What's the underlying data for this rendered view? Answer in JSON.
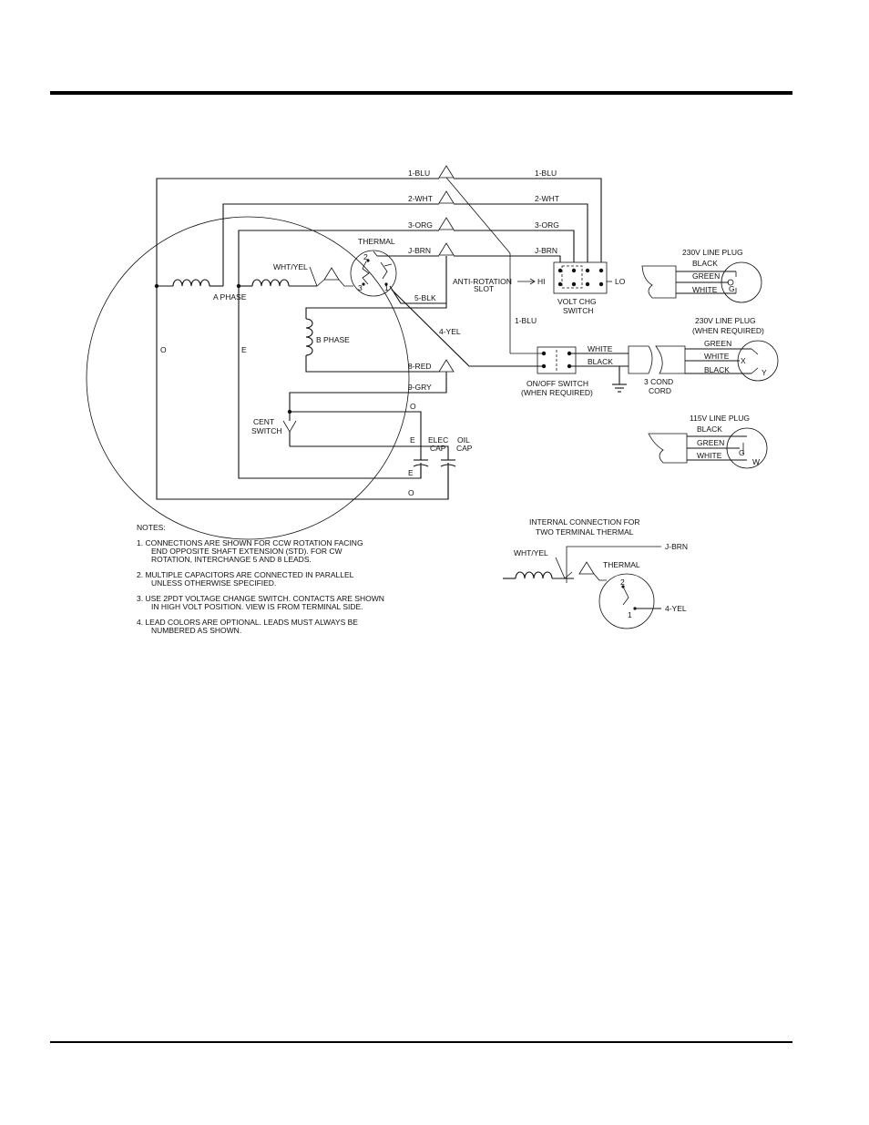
{
  "wires": {
    "blu1": "1-BLU",
    "blu1_right": "1-BLU",
    "wht2": "2-WHT",
    "wht2_right": "2-WHT",
    "org3": "3-ORG",
    "org3_right": "3-ORG",
    "jbrn": "J-BRN",
    "jbrn_right": "J-BRN",
    "blk5": "5-BLK",
    "yel4": "4-YEL",
    "red8": "8-RED",
    "gry9": "9-GRY",
    "blu1_lower": "1-BLU",
    "wht_yel": "WHT/YEL"
  },
  "labels": {
    "thermal": "THERMAL",
    "a_phase": "A PHASE",
    "b_phase": "B PHASE",
    "o_left": "O",
    "e_left": "E",
    "o_mid": "O",
    "e_mid": "E",
    "e_cap": "E",
    "o_bottom": "O",
    "cent_switch_1": "CENT",
    "cent_switch_2": "SWITCH",
    "elec_cap_1": "ELEC",
    "elec_cap_2": "CAP",
    "oil_cap_1": "OIL",
    "oil_cap_2": "CAP",
    "anti_rotation_1": "ANTI-ROTATION",
    "anti_rotation_2": "SLOT",
    "hi": "HI",
    "lo": "LO",
    "volt_chg_1": "VOLT CHG",
    "volt_chg_2": "SWITCH",
    "onoff_1": "ON/OFF SWITCH",
    "onoff_2": "(WHEN REQUIRED)",
    "white": "WHITE",
    "black": "BLACK",
    "cord_1": "3 COND",
    "cord_2": "CORD",
    "t2": "2",
    "t3": "3",
    "t1": "1"
  },
  "plugs": {
    "p230": {
      "title": "230V LINE PLUG",
      "black": "BLACK",
      "green": "GREEN",
      "white": "WHITE",
      "g": "G"
    },
    "p230r": {
      "title_1": "230V LINE PLUG",
      "title_2": "(WHEN REQUIRED)",
      "green": "GREEN",
      "white": "WHITE",
      "black": "BLACK",
      "x": "X",
      "y": "Y"
    },
    "p115": {
      "title": "115V LINE PLUG",
      "black": "BLACK",
      "green": "GREEN",
      "white": "WHITE",
      "g": "G",
      "w": "W"
    }
  },
  "inset": {
    "title_1": "INTERNAL CONNECTION FOR",
    "title_2": "TWO TERMINAL THERMAL",
    "wht_yel": "WHT/YEL",
    "jbrn": "J-BRN",
    "thermal": "THERMAL",
    "yel4": "4-YEL",
    "t2": "2",
    "t1": "1"
  },
  "notes": {
    "heading": "NOTES:",
    "n1_a": "1.  CONNECTIONS ARE SHOWN FOR CCW ROTATION FACING",
    "n1_b": "END OPPOSITE SHAFT EXTENSION (STD).   FOR CW",
    "n1_c": "ROTATION, INTERCHANGE 5 AND 8 LEADS.",
    "n2_a": "2.  MULTIPLE CAPACITORS ARE CONNECTED IN PARALLEL",
    "n2_b": "UNLESS OTHERWISE SPECIFIED.",
    "n3_a": "3.  USE 2PDT VOLTAGE CHANGE SWITCH.   CONTACTS ARE SHOWN",
    "n3_b": "IN HIGH VOLT POSITION.   VIEW IS FROM TERMINAL SIDE.",
    "n4_a": "4.  LEAD COLORS ARE OPTIONAL.   LEADS MUST ALWAYS BE",
    "n4_b": "NUMBERED AS SHOWN."
  }
}
